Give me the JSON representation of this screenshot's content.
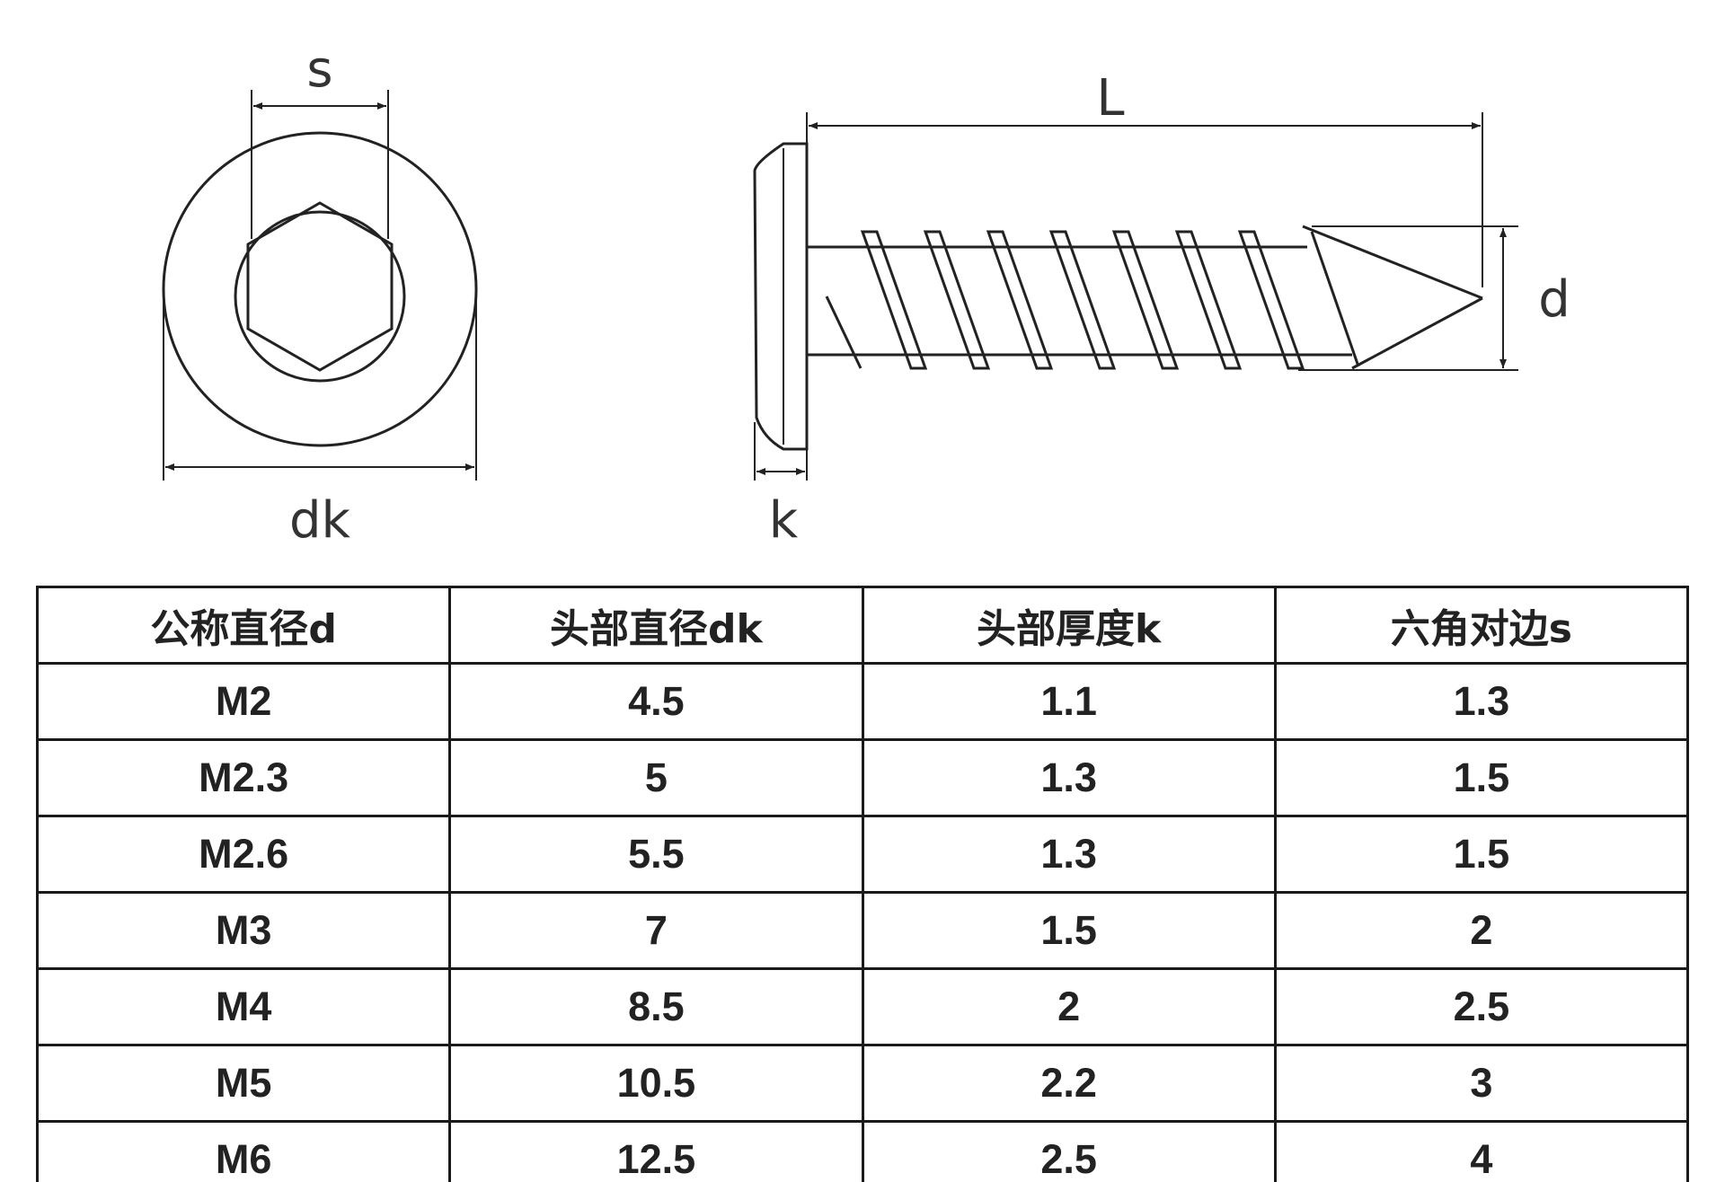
{
  "drawing": {
    "head_view_labels": {
      "hex_across_flats": "s",
      "head_diameter": "dk"
    },
    "side_view_labels": {
      "length": "L",
      "diameter": "d",
      "head_thickness": "k"
    }
  },
  "table": {
    "headers": [
      "公称直径d",
      "头部直径dk",
      "头部厚度k",
      "六角对边s"
    ],
    "rows": [
      [
        "M2",
        "4.5",
        "1.1",
        "1.3"
      ],
      [
        "M2.3",
        "5",
        "1.3",
        "1.5"
      ],
      [
        "M2.6",
        "5.5",
        "1.3",
        "1.5"
      ],
      [
        "M3",
        "7",
        "1.5",
        "2"
      ],
      [
        "M4",
        "8.5",
        "2",
        "2.5"
      ],
      [
        "M5",
        "10.5",
        "2.2",
        "3"
      ],
      [
        "M6",
        "12.5",
        "2.5",
        "4"
      ]
    ]
  },
  "colors": {
    "line": "#222222",
    "border": "#1a1a1a",
    "background": "#ffffff"
  }
}
